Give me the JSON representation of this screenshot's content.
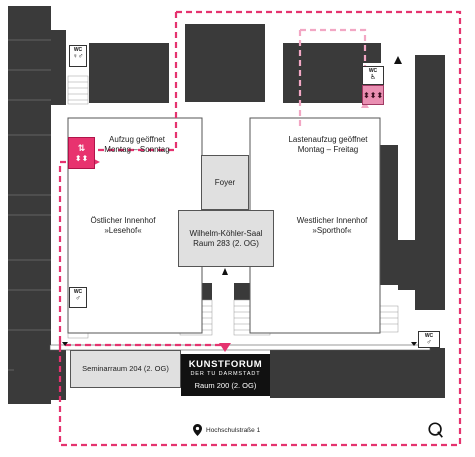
{
  "labels": {
    "aufzug_east": [
      "Aufzug geöffnet",
      "Montag – Sonntag"
    ],
    "lastenaufzug": [
      "Lastenaufzug geöffnet",
      "Montag – Freitag"
    ],
    "foyer": "Foyer",
    "saal": [
      "Wilhelm-Köhler-Saal",
      "Raum 283 (2. OG)"
    ],
    "east_court": [
      "Östlicher Innenhof",
      "»Lesehof«"
    ],
    "west_court": [
      "Westlicher Innenhof",
      "»Sporthof«"
    ],
    "seminar": "Seminarraum 204 (2. OG)",
    "wc": "WC"
  },
  "kunstforum": {
    "title": "KUNSTFORUM",
    "subtitle": "DER TU DARMSTADT",
    "room": "Raum 200 (2. OG)"
  },
  "address": "Hochschulstraße 1",
  "icons": [
    "map-pin-icon",
    "q-logo-icon",
    "toilet-icon",
    "wheelchair-icon",
    "elevator-icon",
    "arrow-up-icon"
  ],
  "colors": {
    "building": "#3a3a3a",
    "route": "#e5336f",
    "route_light": "#f2a7c4",
    "elevator": "#e8336f",
    "elevator_light": "#e98fb2",
    "courtyard": "#ffffff",
    "room": "#e0e0e0"
  }
}
